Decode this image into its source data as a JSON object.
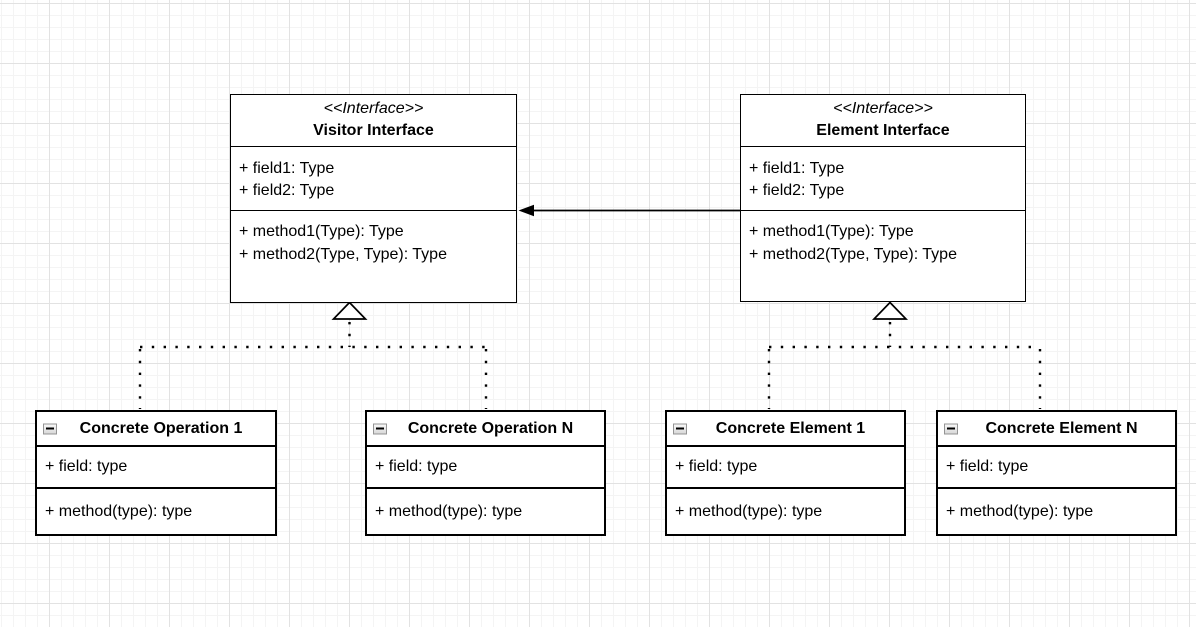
{
  "canvas": {
    "background": "#ffffff",
    "grid_minor_color": "#f4f4f4",
    "grid_major_color": "#e2e2e2",
    "shape_stroke_color": "#000000",
    "shape_fill_color": "#ffffff"
  },
  "classes": [
    {
      "id": "visitor-interface",
      "stereotype": "<<Interface>>",
      "name": "Visitor Interface",
      "fields": [
        "+ field1: Type",
        "+ field2: Type"
      ],
      "methods": [
        "+ method1(Type): Type",
        "+ method2(Type, Type): Type"
      ]
    },
    {
      "id": "element-interface",
      "stereotype": "<<Interface>>",
      "name": "Element Interface",
      "fields": [
        "+ field1: Type",
        "+ field2: Type"
      ],
      "methods": [
        "+ method1(Type): Type",
        "+ method2(Type, Type): Type"
      ]
    },
    {
      "id": "concrete-operation-1",
      "name": "Concrete Operation 1",
      "collapse_icon": "minus",
      "fields": [
        "+ field: type"
      ],
      "methods": [
        "+ method(type): type"
      ]
    },
    {
      "id": "concrete-operation-n",
      "name": "Concrete Operation N",
      "collapse_icon": "minus",
      "fields": [
        "+ field: type"
      ],
      "methods": [
        "+ method(type): type"
      ]
    },
    {
      "id": "concrete-element-1",
      "name": "Concrete Element 1",
      "collapse_icon": "minus",
      "fields": [
        "+ field: type"
      ],
      "methods": [
        "+ method(type): type"
      ]
    },
    {
      "id": "concrete-element-n",
      "name": "Concrete Element N",
      "collapse_icon": "minus",
      "fields": [
        "+ field: type"
      ],
      "methods": [
        "+ method(type): type"
      ]
    }
  ],
  "connectors": [
    {
      "from": "Element Interface",
      "to": "Visitor Interface",
      "style": "solid-line-filled-arrow"
    },
    {
      "from": "Concrete Operation 1",
      "to": "Visitor Interface",
      "style": "dotted-realization-hollow-triangle"
    },
    {
      "from": "Concrete Operation N",
      "to": "Visitor Interface",
      "style": "dotted-realization-hollow-triangle"
    },
    {
      "from": "Concrete Element 1",
      "to": "Element Interface",
      "style": "dotted-realization-hollow-triangle"
    },
    {
      "from": "Concrete Element N",
      "to": "Element Interface",
      "style": "dotted-realization-hollow-triangle"
    }
  ]
}
